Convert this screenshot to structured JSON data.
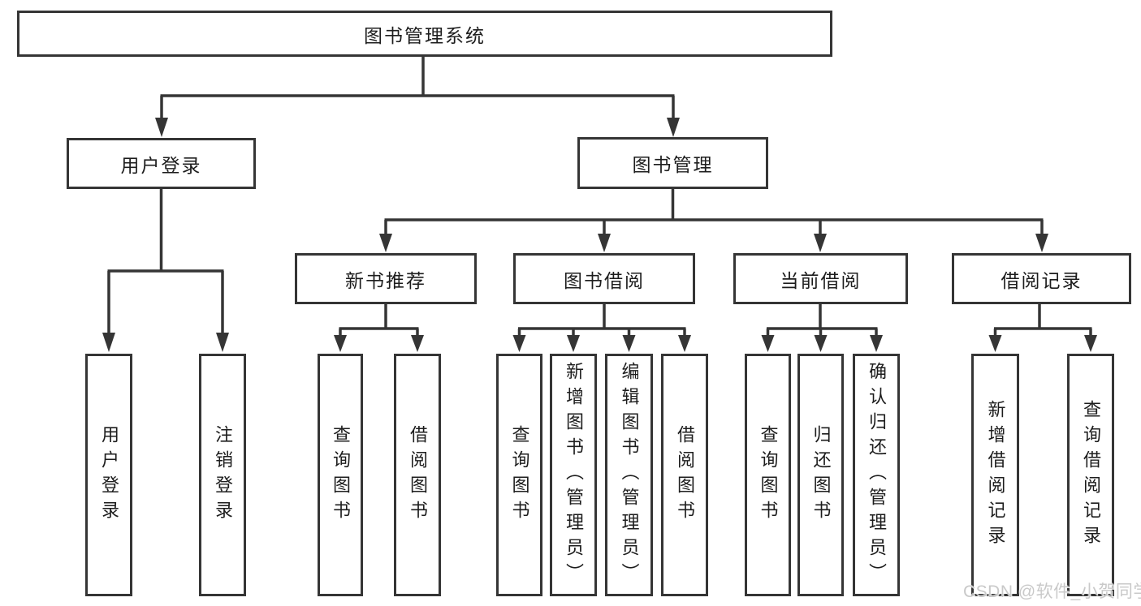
{
  "title": "图书管理系统",
  "level2": {
    "login": "用户登录",
    "management": "图书管理"
  },
  "level3": {
    "recommend": "新书推荐",
    "borrow": "图书借阅",
    "current": "当前借阅",
    "records": "借阅记录"
  },
  "leaves": {
    "login": [
      "用户登录",
      "注销登录"
    ],
    "recommend": [
      "查询图书",
      "借阅图书"
    ],
    "borrow": [
      "查询图书",
      "新增图书（管理员）",
      "编辑图书（管理员）",
      "借阅图书"
    ],
    "current": [
      "查询图书",
      "归还图书",
      "确认归还（管理员）"
    ],
    "records": [
      "新增借阅记录",
      "查询借阅记录"
    ]
  },
  "watermark": "CSDN @软件_小贺同学",
  "colors": {
    "line": "#353535",
    "text": "#1d1d1d",
    "box_background": "#ffffff",
    "page_background": "#ffffff",
    "watermark": "#c9c9c9"
  }
}
